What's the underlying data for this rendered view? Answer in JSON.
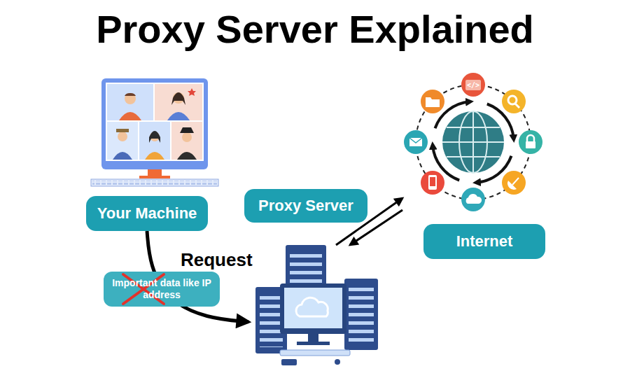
{
  "diagram": {
    "title": "Proxy Server Explained",
    "nodes": [
      {
        "text": [
          "Your Machine"
        ]
      },
      {
        "text": [
          "Proxy Server"
        ]
      },
      {
        "text": [
          "Internet"
        ]
      },
      {
        "text": [
          "Important data like IP address"
        ]
      }
    ],
    "edges": [
      {
        "from": 0,
        "to": 1,
        "label": "Request",
        "arrow": "to"
      },
      {
        "from": 1,
        "to": 2,
        "arrow": "to"
      },
      {
        "from": 2,
        "to": 1,
        "arrow": "to"
      }
    ],
    "labels": [
      "</>"
    ]
  }
}
